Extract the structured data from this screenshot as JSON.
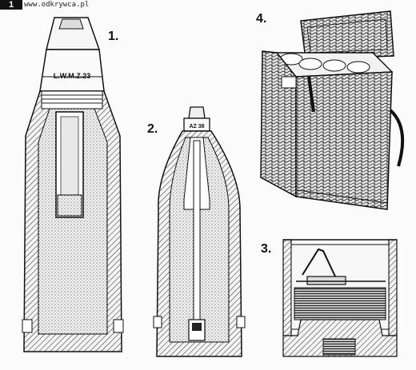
{
  "corner_tab": "1",
  "watermark": "www.odkrywca.pl",
  "figures": [
    {
      "number": "1.",
      "fuze_marking": "L.W.M.Z.23"
    },
    {
      "number": "2.",
      "fuze_marking": "AZ 38"
    },
    {
      "number": "3."
    },
    {
      "number": "4."
    }
  ]
}
